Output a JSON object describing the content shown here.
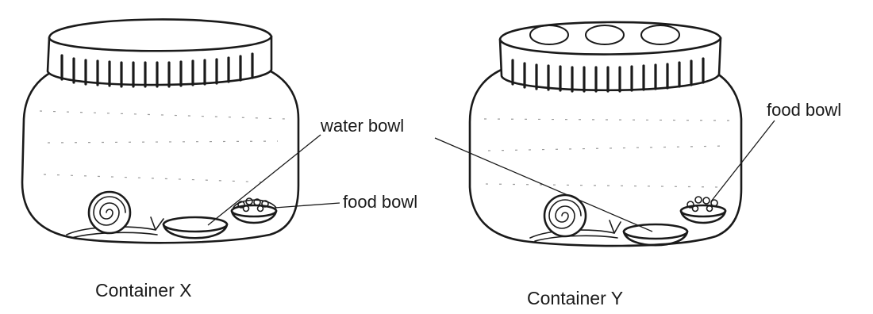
{
  "labels": {
    "water_bowl": "water bowl",
    "food_bowl_x": "food bowl",
    "food_bowl_y": "food bowl"
  },
  "captions": {
    "container_x": "Container X",
    "container_y": "Container Y"
  },
  "containers": [
    {
      "id": "X",
      "lid_holes": 0,
      "contents": [
        "snail",
        "water bowl",
        "food bowl"
      ]
    },
    {
      "id": "Y",
      "lid_holes": 3,
      "contents": [
        "snail",
        "water bowl",
        "food bowl"
      ]
    }
  ],
  "icons": [
    "jar",
    "lid",
    "snail",
    "bowl"
  ]
}
